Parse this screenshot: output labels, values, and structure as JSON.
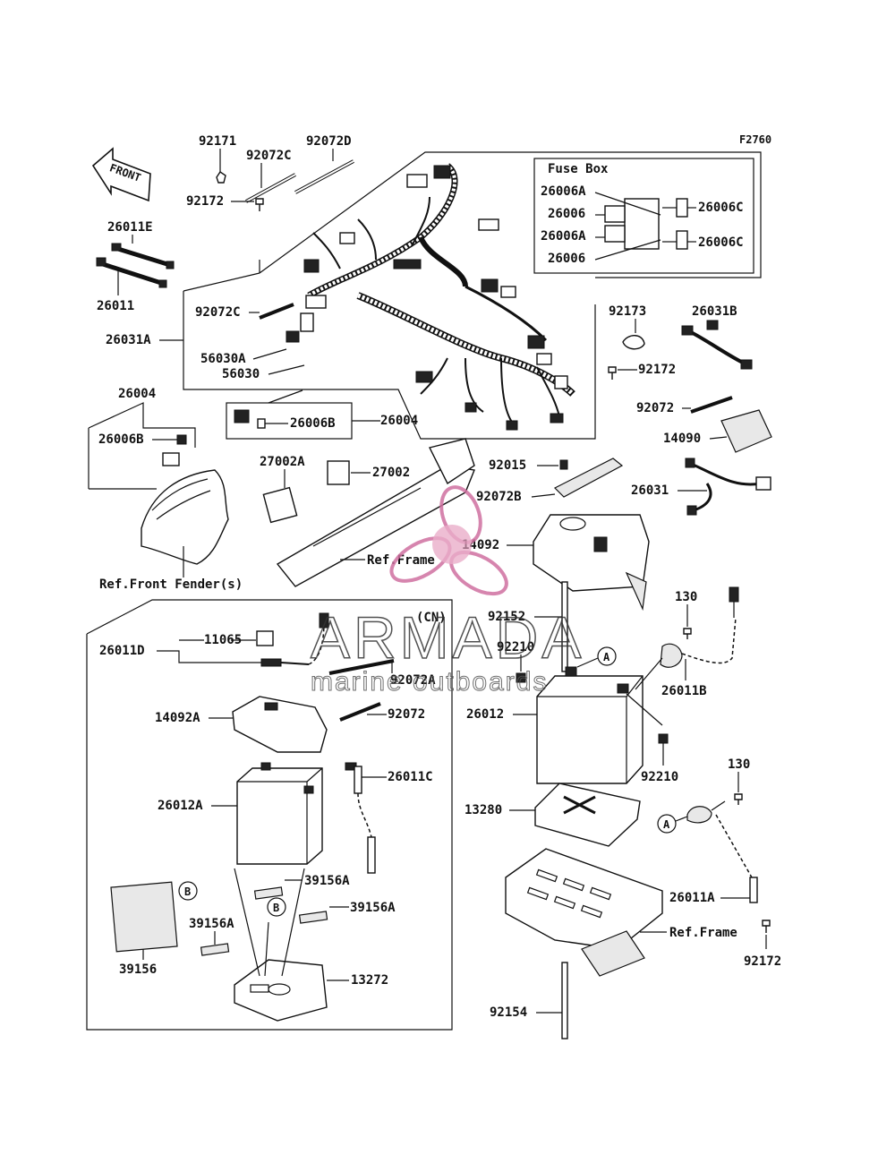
{
  "figure_code": "F2760",
  "front_arrow": "FRONT",
  "fuse_box": {
    "title": "Fuse Box",
    "left_labels": [
      "26006A",
      "26006",
      "26006A",
      "26006"
    ],
    "right_labels": [
      "26006C",
      "26006C"
    ]
  },
  "part_labels": {
    "p92171": "92171",
    "p92072C_top": "92072C",
    "p92072D": "92072D",
    "p92172_top": "92172",
    "p26011E": "26011E",
    "p26011": "26011",
    "p92072C_mid": "92072C",
    "p26031A": "26031A",
    "p56030A": "56030A",
    "p56030": "56030",
    "p26006B_box": "26006B",
    "p26004_box": "26004",
    "p26004": "26004",
    "p26006B_left": "26006B",
    "p27002A": "27002A",
    "p27002": "27002",
    "p92173": "92173",
    "p26031B": "26031B",
    "p92172_right": "92172",
    "p92072_right": "92072",
    "p14090": "14090",
    "p26031": "26031",
    "p92015": "92015",
    "p92072B": "92072B",
    "p14092": "14092",
    "p92152": "92152",
    "p92210_top": "92210",
    "p130_top": "130",
    "p26011B": "26011B",
    "p26012": "26012",
    "p92210_bot": "92210",
    "p13280": "13280",
    "p130_bot": "130",
    "p26011A": "26011A",
    "p92172_bot": "92172",
    "p92154": "92154",
    "p26011D": "26011D",
    "p11065": "11065",
    "p92072A": "92072A",
    "p92072_cn": "92072",
    "p14092A": "14092A",
    "p26011C": "26011C",
    "p26012A": "26012A",
    "p39156A_1": "39156A",
    "p39156A_2": "39156A",
    "p39156A_3": "39156A",
    "p39156": "39156",
    "p13272": "13272"
  },
  "ref_labels": {
    "ref_frame_mid": "Ref.Frame",
    "ref_front_fender": "Ref.Front Fender(s)",
    "ref_frame_bot": "Ref.Frame"
  },
  "cn_tag": "(CN)",
  "callouts": {
    "A": "A",
    "B": "B"
  },
  "watermark": {
    "brand": "ARMADA",
    "tagline": "marine outboards",
    "color": "#d070a0"
  }
}
